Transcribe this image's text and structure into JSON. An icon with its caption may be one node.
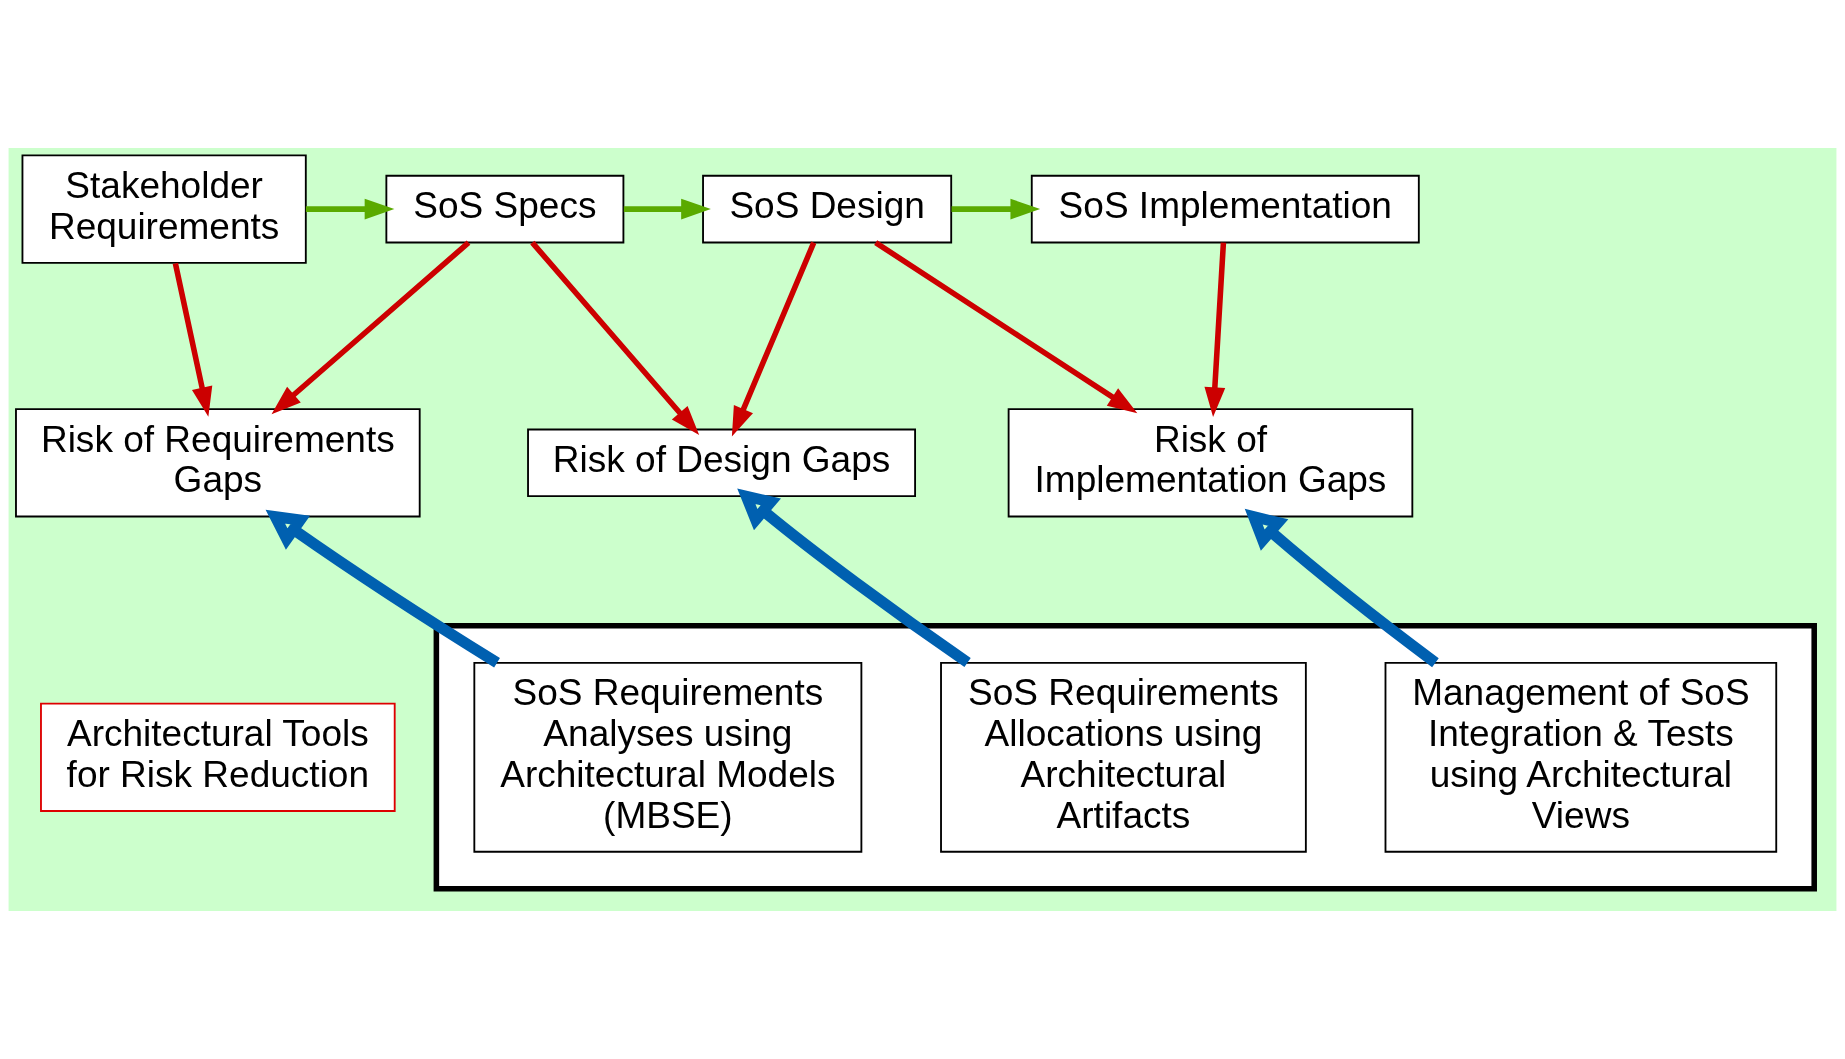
{
  "diagram": {
    "nodes": [
      {
        "text": [
          "Stakeholder Requirements"
        ]
      },
      {
        "text": [
          "SoS Specs"
        ]
      },
      {
        "text": [
          "SoS Design"
        ]
      },
      {
        "text": [
          "SoS Implementation"
        ]
      },
      {
        "text": [
          "Risk of Requirements Gaps"
        ]
      },
      {
        "text": [
          "Risk of Design Gaps"
        ]
      },
      {
        "text": [
          "Risk of Implementation Gaps"
        ]
      },
      {
        "text": [
          "Architectural Tools for Risk Reduction"
        ]
      },
      {
        "text": [],
        "shape": "box"
      },
      {
        "text": [
          "SoS Requirements Analyses using Architectural Models (MBSE)"
        ],
        "in": 8
      },
      {
        "text": [
          "SoS Requirements Allocations using Architectural Artifacts"
        ],
        "in": 8
      },
      {
        "text": [
          "Management of SoS Integration & Tests using Architectural Views"
        ],
        "in": 8
      }
    ],
    "edges": [
      {
        "from": 0,
        "to": 1,
        "arrow": "to",
        "color": "#5aaa00"
      },
      {
        "from": 1,
        "to": 2,
        "arrow": "to",
        "color": "#5aaa00"
      },
      {
        "from": 2,
        "to": 3,
        "arrow": "to",
        "color": "#5aaa00"
      },
      {
        "from": 0,
        "to": 4,
        "arrow": "to"
      },
      {
        "from": 1,
        "to": 4,
        "arrow": "to"
      },
      {
        "from": 1,
        "to": 5,
        "arrow": "to"
      },
      {
        "from": 2,
        "to": 5,
        "arrow": "to"
      },
      {
        "from": 2,
        "to": 6,
        "arrow": "to"
      },
      {
        "from": 3,
        "to": 6,
        "arrow": "to"
      },
      {
        "from": 9,
        "to": 4,
        "arrow": "to",
        "style": "thick",
        "color": "#0060b0"
      },
      {
        "from": 10,
        "to": 5,
        "arrow": "to",
        "style": "thick",
        "color": "#0060b0"
      },
      {
        "from": 11,
        "to": 6,
        "arrow": "to",
        "style": "thick",
        "color": "#0060b0"
      }
    ]
  }
}
